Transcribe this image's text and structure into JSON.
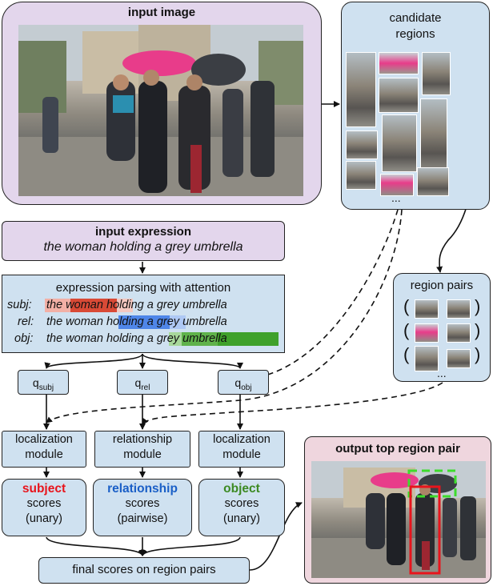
{
  "input_image": {
    "title": "input image"
  },
  "candidate_regions": {
    "title_line1": "candidate",
    "title_line2": "regions",
    "ellipsis": "..."
  },
  "input_expression": {
    "title": "input expression",
    "text": "the woman holding a grey umbrella"
  },
  "parsing": {
    "title": "expression parsing with attention",
    "rows": [
      {
        "label": "subj:",
        "text": "the woman holding a grey umbrella"
      },
      {
        "label": "rel:",
        "text": "the woman holding a grey umbrella"
      },
      {
        "label": "obj:",
        "text": "the woman holding a grey umbrella"
      }
    ]
  },
  "region_pairs": {
    "title": "region pairs",
    "open": "(",
    "close": ")",
    "ellipsis": "..."
  },
  "queries": {
    "subj": {
      "q": "q",
      "sub": "subj"
    },
    "rel": {
      "q": "q",
      "sub": "rel"
    },
    "obj": {
      "q": "q",
      "sub": "obj"
    }
  },
  "modules": {
    "subj": {
      "line1": "localization",
      "line2": "module"
    },
    "rel": {
      "line1": "relationship",
      "line2": "module"
    },
    "obj": {
      "line1": "localization",
      "line2": "module"
    }
  },
  "scores": {
    "subj": {
      "name": "subject",
      "line2": "scores",
      "line3": "(unary)",
      "color": "#e8141c"
    },
    "rel": {
      "name": "relationship",
      "line2": "scores",
      "line3": "(pairwise)",
      "color": "#1a5fc7"
    },
    "obj": {
      "name": "object",
      "line2": "scores",
      "line3": "(unary)",
      "color": "#3c8a22"
    }
  },
  "final": {
    "label": "final scores on region pairs"
  },
  "output": {
    "title": "output top region pair",
    "subject_box_color": "#e8141c",
    "object_box_color": "#3ddc2c"
  },
  "colors": {
    "purple": "#e3d6ec",
    "blue": "#cfe1f0",
    "pink": "#efd6de",
    "attn_red": "#d94a36",
    "attn_blue": "#4f86e8",
    "attn_green": "#3fa12b"
  }
}
